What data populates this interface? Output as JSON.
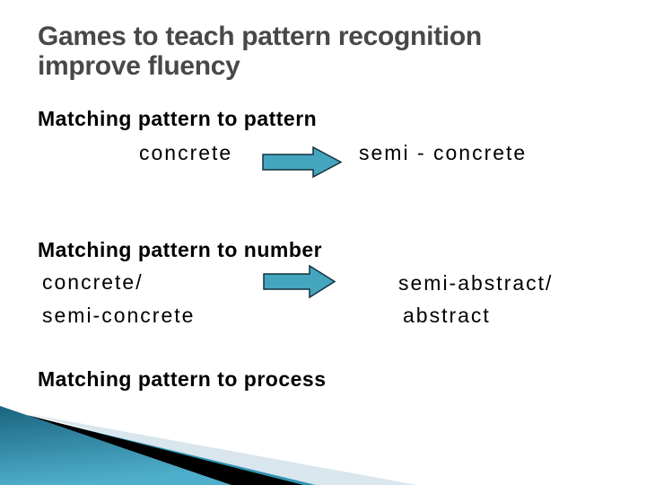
{
  "slide": {
    "title": {
      "text": "Games to teach pattern recognition improve fluency",
      "color": "#484848"
    },
    "sections": [
      {
        "heading": "Matching pattern to pattern",
        "left": "concrete",
        "right": "semi - concrete"
      },
      {
        "heading": "Matching pattern to number",
        "left": [
          "concrete/",
          "semi-concrete"
        ],
        "right": [
          "semi-abstract/",
          "abstract"
        ]
      },
      {
        "heading": "Matching pattern to process"
      }
    ],
    "icons": {
      "arrow": "right-block-arrow"
    },
    "colors": {
      "title_text": "#484848",
      "body_text": "#000000",
      "arrow_fill": "#45A5BF",
      "arrow_stroke": "#10333F",
      "swoosh_teal_dark": "#19647F",
      "swoosh_teal_light": "#4FAECB",
      "swoosh_sliver": "#2F93B0",
      "swoosh_black": "#000000",
      "swoosh_pale": "#D9E6EE",
      "background": "#FFFFFF"
    }
  }
}
